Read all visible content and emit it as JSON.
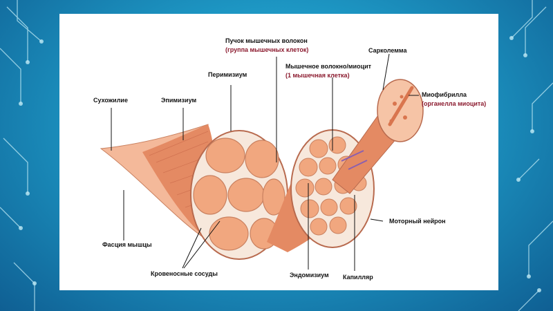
{
  "colors": {
    "accent_red": "#8b1a2e",
    "tissue": "#f1a77f",
    "tissue_dark": "#d9754e",
    "background": "#1d96c3"
  },
  "labels": {
    "fascicle": "Пучок мышечных волокон",
    "fascicle_sub": "(группа мышечных клеток)",
    "perimysium": "Перимизиум",
    "fiber": "Мышечное волокно/миоцит",
    "fiber_sub": "(1 мышечная клетка)",
    "sarcolemma": "Сарколемма",
    "tendon": "Сухожилие",
    "epimysium": "Эпимизиум",
    "myofibril": "Миофибрилла",
    "myofibril_sub": "(органелла миоцита)",
    "fascia": "Фасция мышцы",
    "motor_neuron": "Моторный нейрон",
    "blood_vessels": "Кровеносные сосуды",
    "endomysium": "Эндомизиум",
    "capillary": "Капилляр"
  }
}
